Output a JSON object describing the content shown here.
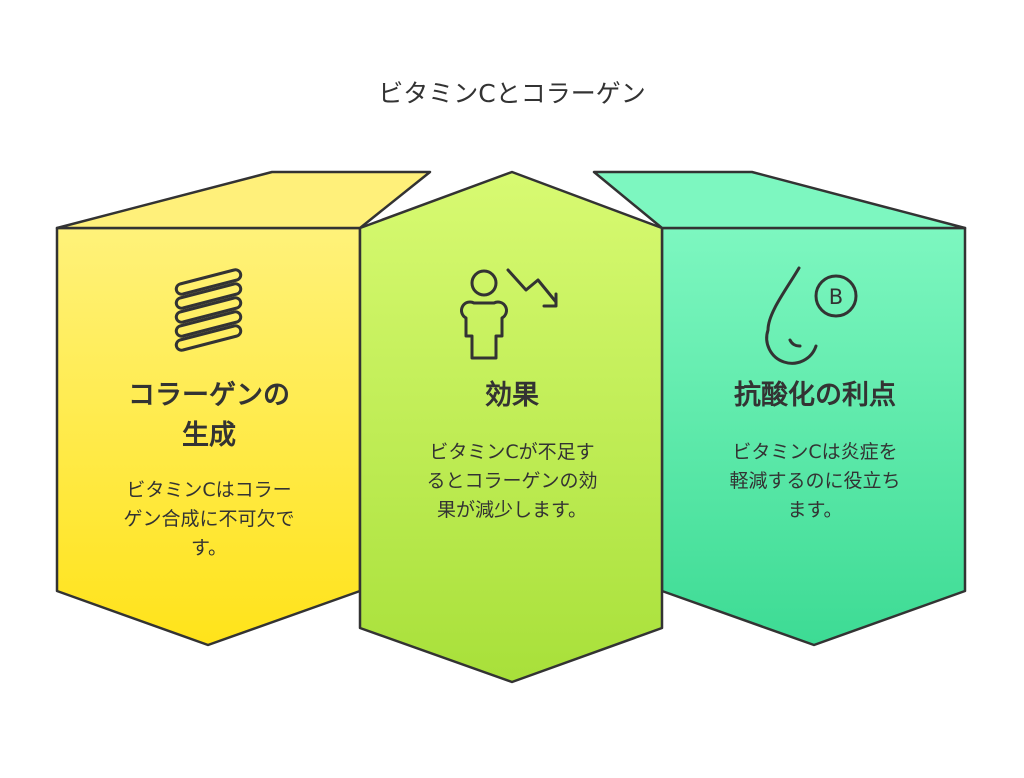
{
  "title": "ビタミンCとコラーゲン",
  "panels": [
    {
      "heading_line1": "コラーゲンの",
      "heading_line2": "生成",
      "body_line1": "ビタミンCはコラー",
      "body_line2": "ゲン合成に不可欠で",
      "body_line3": "す。",
      "icon": "spring-coil-icon",
      "color_top": "#fff27a",
      "color_bottom": "#ffe31a"
    },
    {
      "heading_line1": "効果",
      "body_line1": "ビタミンCが不足す",
      "body_line2": "るとコラーゲンの効",
      "body_line3": "果が減少します。",
      "icon": "person-declining-arrow-icon",
      "color_top": "#d8fa72",
      "color_bottom": "#a8e03a"
    },
    {
      "heading_line1": "抗酸化の利点",
      "body_line1": "ビタミンCは炎症を",
      "body_line2": "軽減するのに役立ち",
      "body_line3": "ます。",
      "icon": "droplet-vitamin-icon",
      "icon_label": "B",
      "color_top": "#7df7c0",
      "color_bottom": "#3ddb94"
    }
  ],
  "outline_color": "#333333"
}
